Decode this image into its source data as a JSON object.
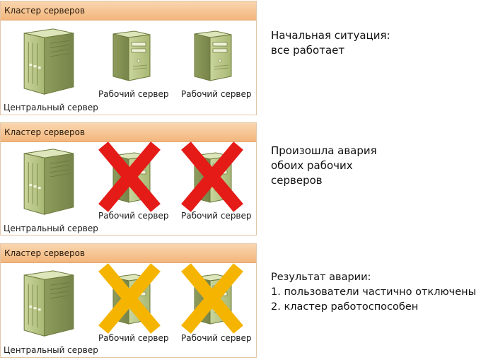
{
  "panels": [
    {
      "header": "Кластер серверов",
      "central_label": "Центральный сервер",
      "worker_labels": [
        "Рабочий сервер",
        "Рабочий сервер"
      ],
      "worker_status": "ok",
      "description": [
        "Начальная ситуация:",
        "все работает"
      ]
    },
    {
      "header": "Кластер серверов",
      "central_label": "Центральный сервер",
      "worker_labels": [
        "Рабочий сервер",
        "Рабочий сервер"
      ],
      "worker_status": "failed",
      "mark_color": "#e41b17",
      "description": [
        "Произошла авария",
        "обоих рабочих",
        "серверов"
      ]
    },
    {
      "header": "Кластер серверов",
      "central_label": "Центральный сервер",
      "worker_labels": [
        "Рабочий сервер",
        "Рабочий сервер"
      ],
      "worker_status": "degraded",
      "mark_color": "#f5b400",
      "description": [
        "Результат аварии:",
        "1. пользователи частично отключены",
        "2. кластер работоспособен"
      ]
    }
  ],
  "colors": {
    "header_bg": "#f6c694",
    "server_green": "#b7c689",
    "failed_mark": "#e41b17",
    "degraded_mark": "#f5b400"
  },
  "icons": [
    "central-server-icon",
    "worker-server-icon",
    "failure-cross-icon",
    "warning-cross-icon"
  ]
}
